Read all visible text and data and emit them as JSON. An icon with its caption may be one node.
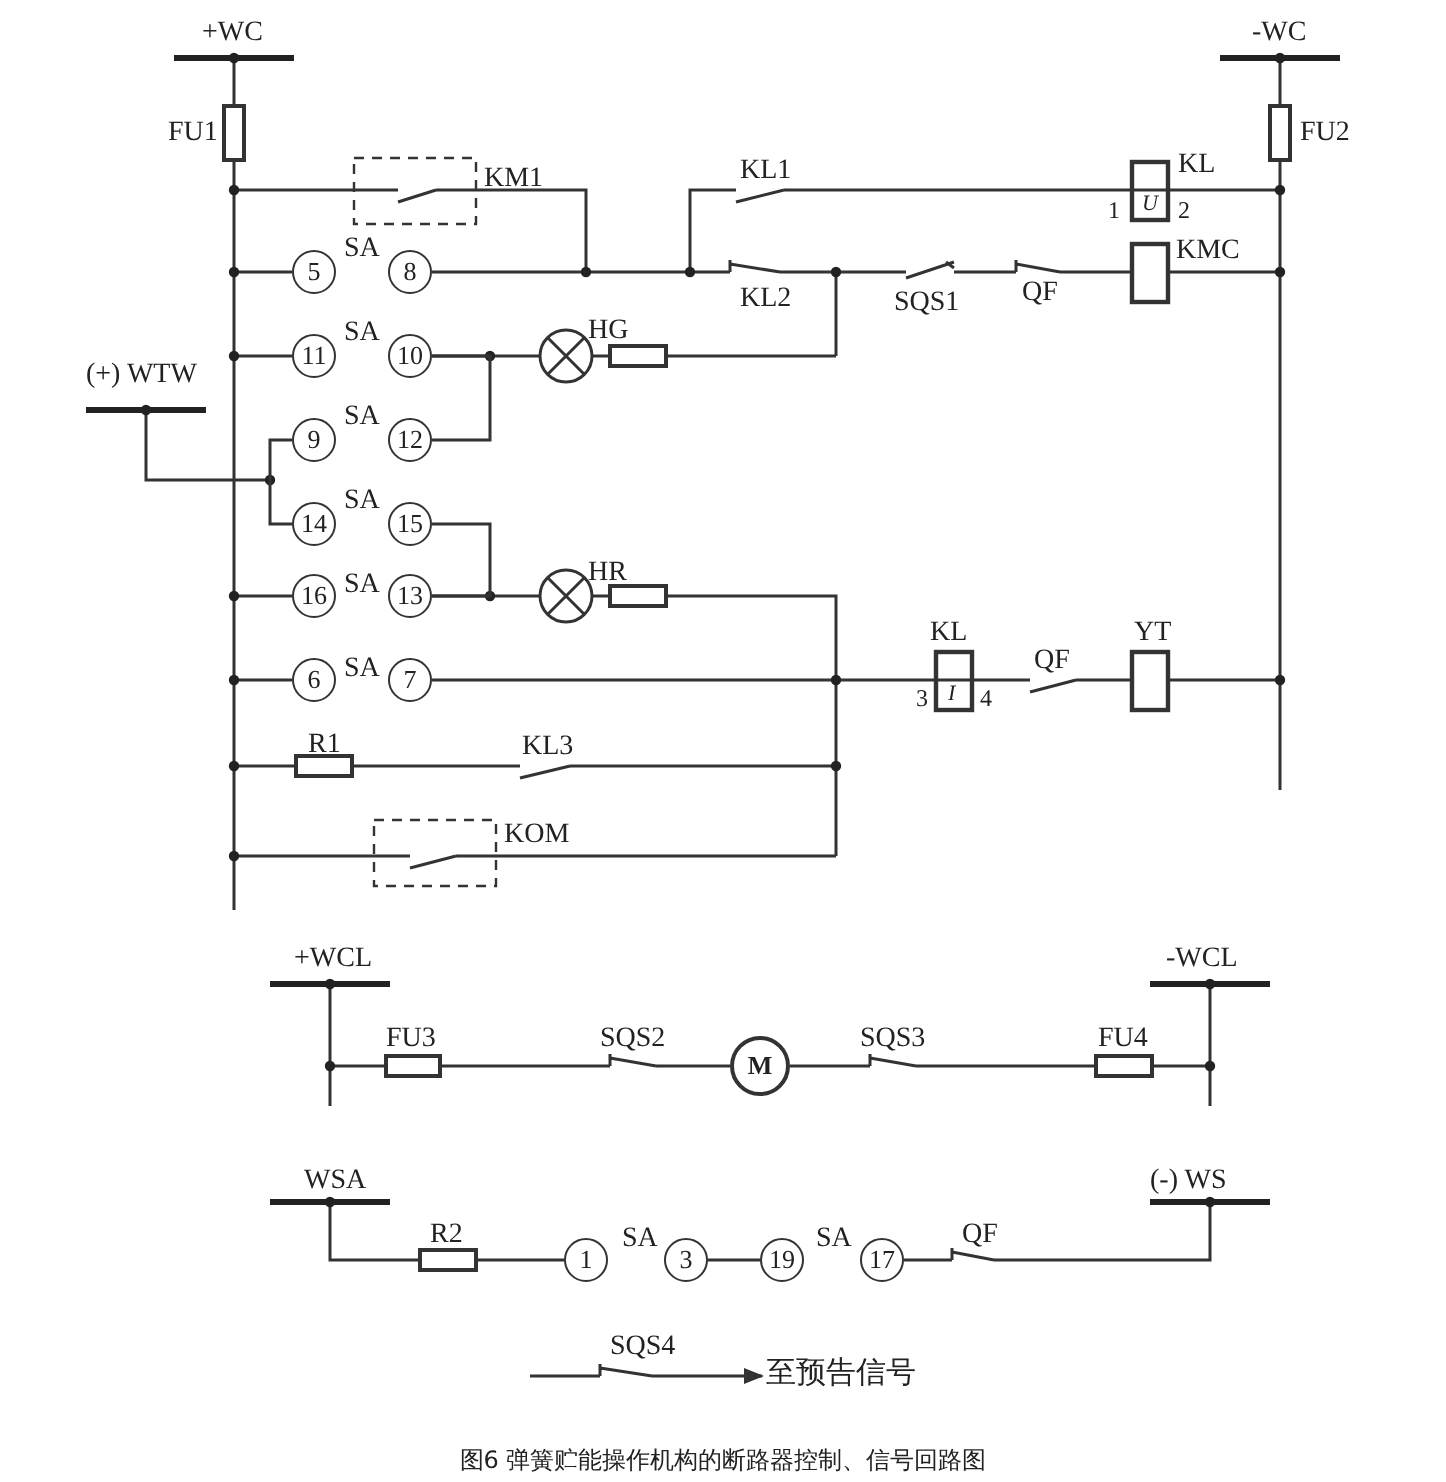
{
  "diagram": {
    "caption": "图6 弹簧贮能操作机构的断路器控制、信号回路图",
    "nodes": [
      {
        "text": [
          "5"
        ]
      },
      {
        "text": [
          "8"
        ]
      },
      {
        "text": [
          "11"
        ]
      },
      {
        "text": [
          "10"
        ]
      },
      {
        "text": [
          "9"
        ]
      },
      {
        "text": [
          "12"
        ]
      },
      {
        "text": [
          "14"
        ]
      },
      {
        "text": [
          "15"
        ]
      },
      {
        "text": [
          "16"
        ]
      },
      {
        "text": [
          "13"
        ]
      },
      {
        "text": [
          "6"
        ]
      },
      {
        "text": [
          "7"
        ]
      },
      {
        "text": [
          "M"
        ]
      },
      {
        "text": [
          "1"
        ]
      },
      {
        "text": [
          "3"
        ]
      },
      {
        "text": [
          "19"
        ]
      },
      {
        "text": [
          "17"
        ]
      },
      {
        "text": [
          "至预告信号"
        ]
      }
    ],
    "edges": [
      {
        "from": 3,
        "to": 5,
        "arrow": "none"
      },
      {
        "from": 4,
        "to": 6,
        "arrow": "none"
      },
      {
        "from": 7,
        "to": 9,
        "arrow": "none"
      },
      {
        "from": 14,
        "to": 15,
        "arrow": "none"
      },
      {
        "from": null,
        "to": 17,
        "arrow": "to"
      }
    ],
    "labels": [
      "+WC",
      "-WC",
      "FU1",
      "FU2",
      "KM1",
      "KL1",
      "KL",
      "1",
      "U",
      "2",
      "SA",
      "KMC",
      "KL2",
      "SQS1",
      "QF",
      "SA",
      "HG",
      "(+) WTW",
      "SA",
      "SA",
      "SA",
      "HR",
      "KL",
      "QF",
      "YT",
      "SA",
      "3",
      "I",
      "4",
      "R1",
      "KL3",
      "KOM",
      "+WCL",
      "-WCL",
      "FU3",
      "SQS2",
      "SQS3",
      "FU4",
      "WSA",
      "(-) WS",
      "R2",
      "SA",
      "SA",
      "QF",
      "SQS4"
    ]
  }
}
